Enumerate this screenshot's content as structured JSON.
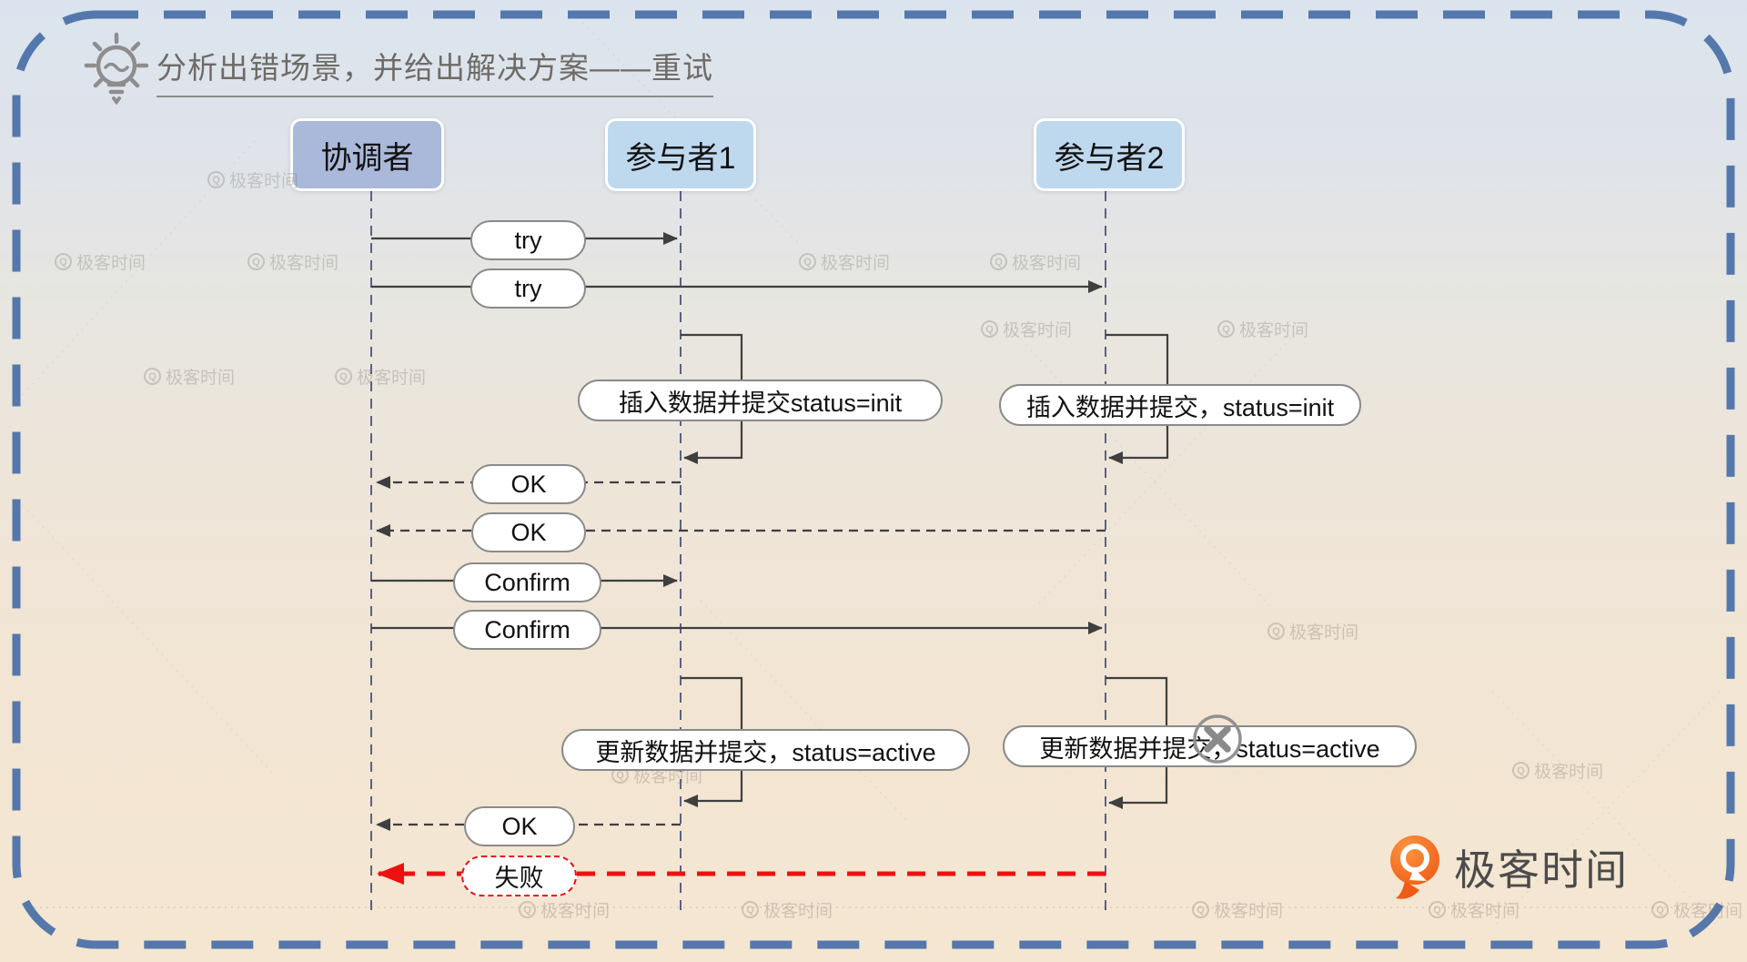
{
  "header": {
    "icon": "lightbulb-idea-icon",
    "title": "分析出错场景，并给出解决方案——重试"
  },
  "actors": [
    {
      "id": "coordinator",
      "label": "协调者",
      "fill": "#aab8da"
    },
    {
      "id": "participant-1",
      "label": "参与者1",
      "fill": "#bed8ee"
    },
    {
      "id": "participant-2",
      "label": "参与者2",
      "fill": "#bed8ee"
    }
  ],
  "messages": [
    {
      "label": "try",
      "from": "coordinator",
      "to": "participant-1",
      "line": "solid"
    },
    {
      "label": "try",
      "from": "coordinator",
      "to": "participant-2",
      "line": "solid"
    },
    {
      "label": "插入数据并提交status=init",
      "from": "participant-1",
      "to": "participant-1",
      "line": "self-loop"
    },
    {
      "label": "插入数据并提交，status=init",
      "from": "participant-2",
      "to": "participant-2",
      "line": "self-loop"
    },
    {
      "label": "OK",
      "from": "participant-1",
      "to": "coordinator",
      "line": "dashed"
    },
    {
      "label": "OK",
      "from": "participant-2",
      "to": "coordinator",
      "line": "dashed"
    },
    {
      "label": "Confirm",
      "from": "coordinator",
      "to": "participant-1",
      "line": "solid"
    },
    {
      "label": "Confirm",
      "from": "coordinator",
      "to": "participant-2",
      "line": "solid"
    },
    {
      "label": "更新数据并提交，status=active",
      "from": "participant-1",
      "to": "participant-1",
      "line": "self-loop"
    },
    {
      "label": "更新数据并提交，status=active",
      "from": "participant-2",
      "to": "participant-2",
      "line": "self-loop",
      "error_icon": "x-circle-icon"
    },
    {
      "label": "OK",
      "from": "participant-1",
      "to": "coordinator",
      "line": "dashed"
    },
    {
      "label": "失败",
      "from": "participant-2",
      "to": "coordinator",
      "line": "dashed-red"
    }
  ],
  "watermark": {
    "icon_glyph": "Q",
    "text": "极客时间"
  },
  "logo": {
    "icon": "geektime-logo-icon",
    "text": "极客时间"
  },
  "colors": {
    "border": "#5478ab",
    "coordinator_fill": "#aab8da",
    "participant_fill": "#bed8ee",
    "lifeline": "#5a6282",
    "arrow": "#3f3f3f",
    "error_red": "#ee1010",
    "logo_orange": "#f2641c"
  }
}
